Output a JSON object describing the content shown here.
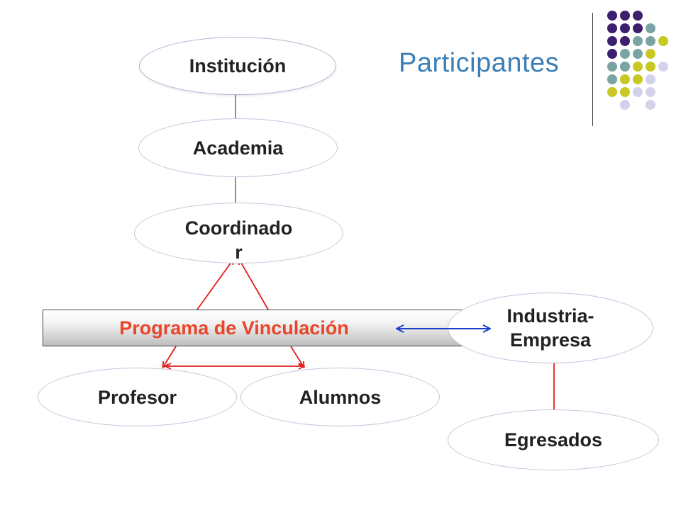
{
  "title": "Participantes",
  "nodes": {
    "institucion": "Institución",
    "academia": "Academia",
    "coordinador": "Coordinado\nr",
    "programa": "Programa de Vinculación",
    "industria": "Industria-\nEmpresa",
    "profesor": "Profesor",
    "alumnos": "Alumnos",
    "egresados": "Egresados"
  },
  "colors": {
    "title": "#3b7fb6",
    "program_text": "#e8452a",
    "red_arrow": "#e21c1c",
    "blue_arrow": "#1a3fc4",
    "dot_purple": "#3d1f6e",
    "dot_teal": "#7aa3a3",
    "dot_yellow": "#c8c824",
    "dot_lavender": "#d4d2ea"
  },
  "icons": [
    "dot-grid-icon"
  ]
}
